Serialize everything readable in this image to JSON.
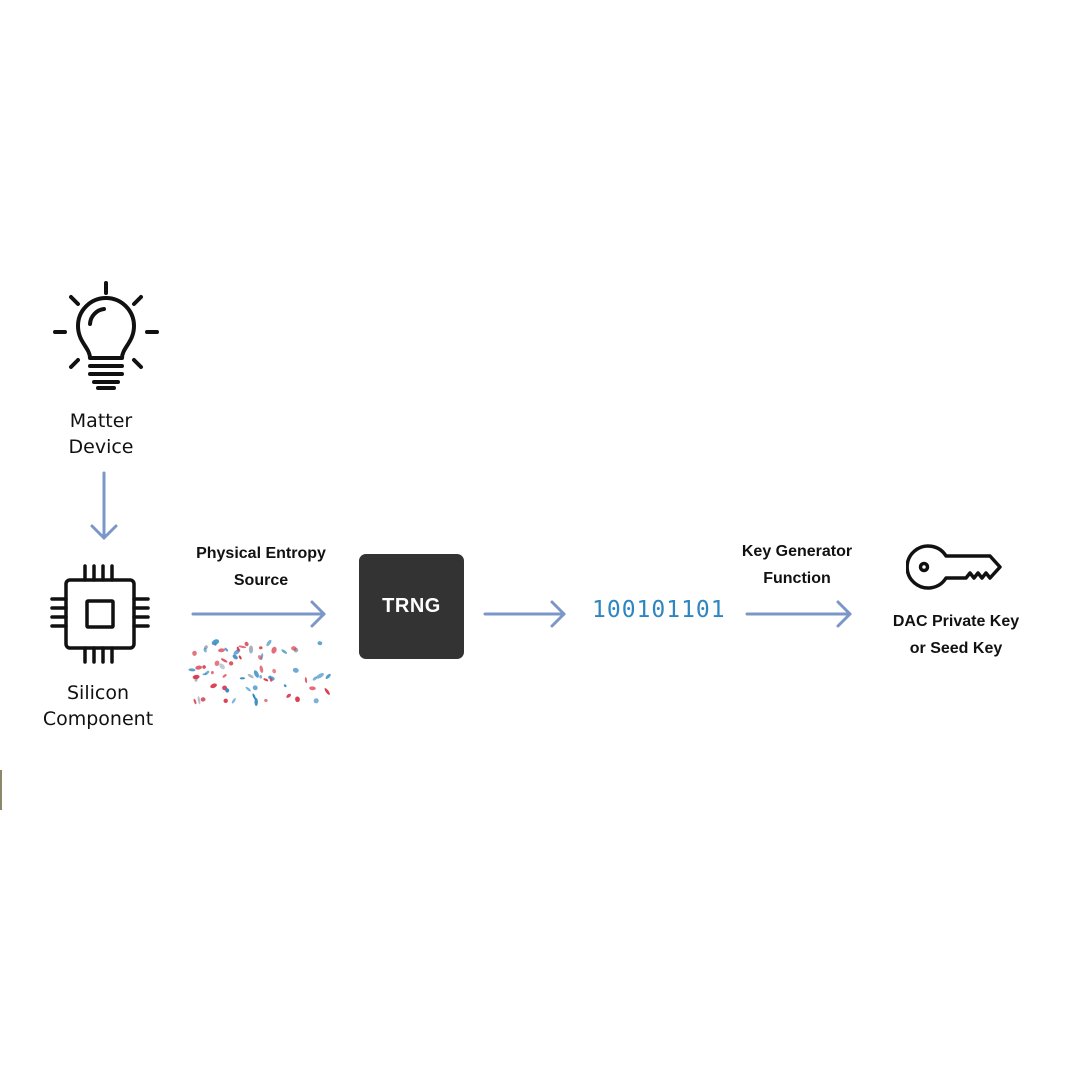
{
  "colors": {
    "arrow": "#7b97c8",
    "trng_fill": "#333333",
    "binary_text": "#2e86c1",
    "entropy_red": "#d8384a",
    "entropy_blue": "#2e86c1",
    "entropy_grey": "#9aa7b5",
    "icon_stroke": "#111111"
  },
  "nodes": {
    "matter_device": {
      "icon": "lightbulb-icon",
      "line1": "Matter",
      "line2": "Device"
    },
    "silicon_component": {
      "icon": "microchip-icon",
      "line1": "Silicon",
      "line2": "Component"
    },
    "entropy_source": {
      "line1": "Physical Entropy",
      "line2": "Source"
    },
    "trng": {
      "label": "TRNG"
    },
    "random_bits": {
      "value": "100101101"
    },
    "key_generator": {
      "line1": "Key Generator",
      "line2": "Function"
    },
    "dac_key": {
      "icon": "key-icon",
      "line1": "DAC Private Key",
      "line2": "or Seed Key"
    }
  }
}
